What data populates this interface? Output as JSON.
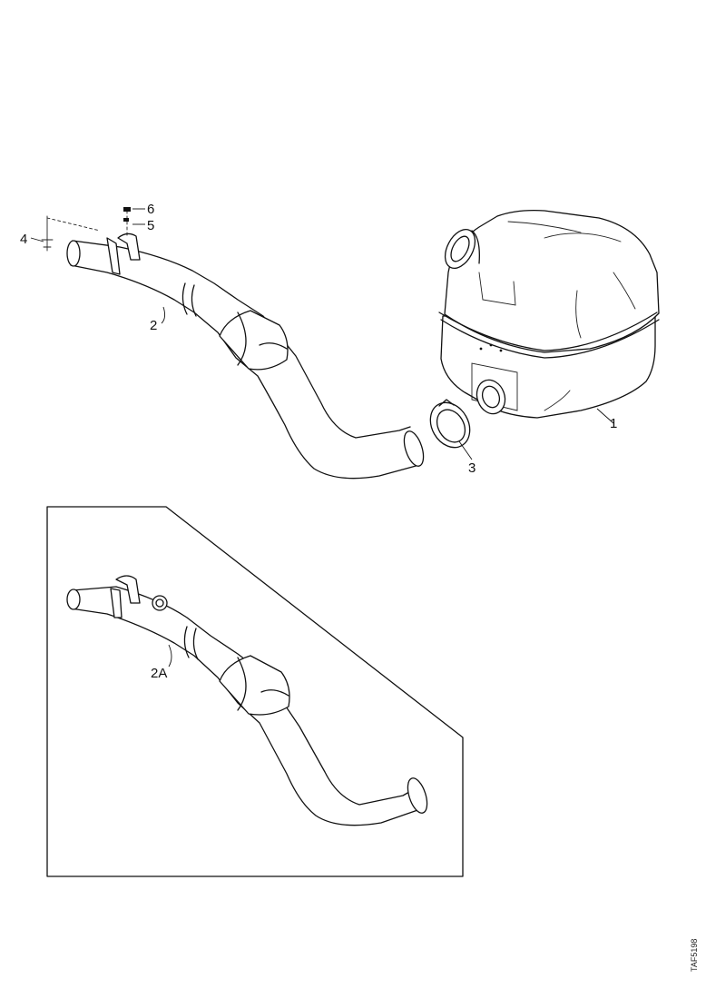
{
  "callouts": {
    "c1": "1",
    "c2": "2",
    "c2a": "2A",
    "c3": "3",
    "c4": "4",
    "c5": "5",
    "c6": "6"
  },
  "reference_code": "TAF5198"
}
